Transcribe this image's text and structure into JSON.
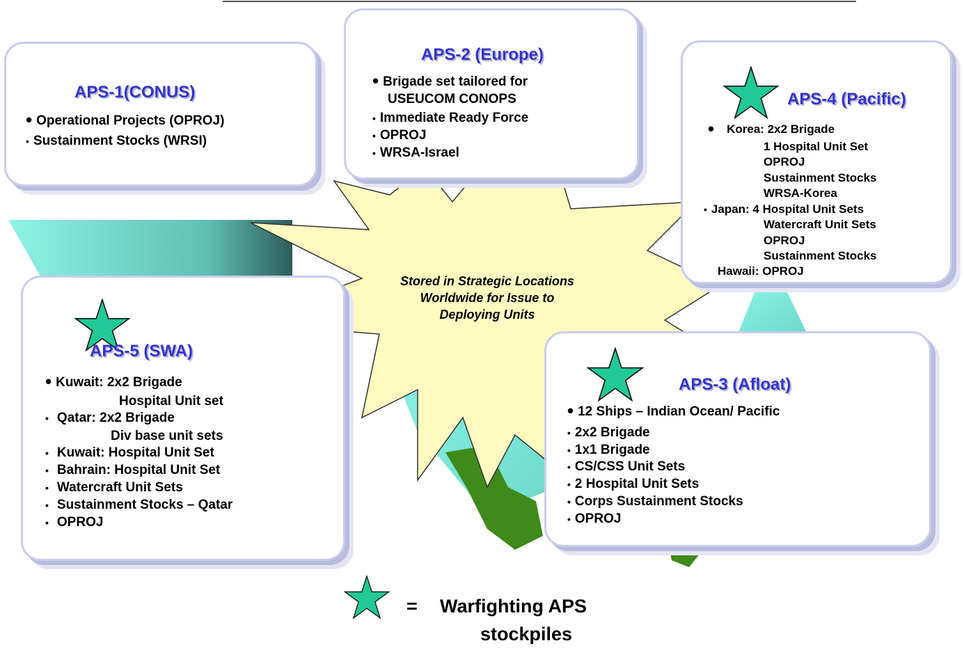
{
  "aps1": {
    "title": "APS-1(CONUS)",
    "items": [
      "Operational Projects (OPROJ)",
      "Sustainment Stocks (WRSI)"
    ]
  },
  "aps2": {
    "title": "APS-2 (Europe)",
    "items": [
      "Brigade set tailored for",
      "USEUCOM CONOPS",
      "Immediate Ready Force",
      "OPROJ",
      "WRSA-Israel"
    ]
  },
  "aps4": {
    "title": "APS-4 (Pacific)",
    "lines": [
      "Korea:  2x2 Brigade",
      "1 Hospital Unit Set",
      "OPROJ",
      "Sustainment Stocks",
      "WRSA-Korea",
      "Japan:  4 Hospital Unit Sets",
      "Watercraft Unit Sets",
      "OPROJ",
      "Sustainment Stocks",
      "Hawaii:  OPROJ"
    ]
  },
  "aps5": {
    "title": "APS-5 (SWA)",
    "lines": [
      "Kuwait:  2x2 Brigade",
      "Hospital Unit set",
      "Qatar:   2x2 Brigade",
      "Div base unit sets",
      "Kuwait:  Hospital Unit Set",
      "Bahrain:  Hospital Unit Set",
      "Watercraft Unit Sets",
      "Sustainment Stocks – Qatar",
      "OPROJ"
    ]
  },
  "aps3": {
    "title": "APS-3 (Afloat)",
    "items": [
      "12 Ships – Indian Ocean/ Pacific",
      "2x2 Brigade",
      "1x1 Brigade",
      "CS/CSS Unit Sets",
      "2 Hospital Unit Sets",
      "Corps Sustainment Stocks",
      "OPROJ"
    ]
  },
  "center": {
    "lines": [
      "Stored in Strategic Locations",
      "Worldwide for Issue to",
      "Deploying Units"
    ]
  },
  "legend": {
    "equals": "=",
    "line1": "Warfighting APS",
    "line2": "stockpiles"
  },
  "colors": {
    "star": "#22c997",
    "title": "#3333cc",
    "burst": "#fffbc0",
    "cyan": "#88f0e0"
  }
}
